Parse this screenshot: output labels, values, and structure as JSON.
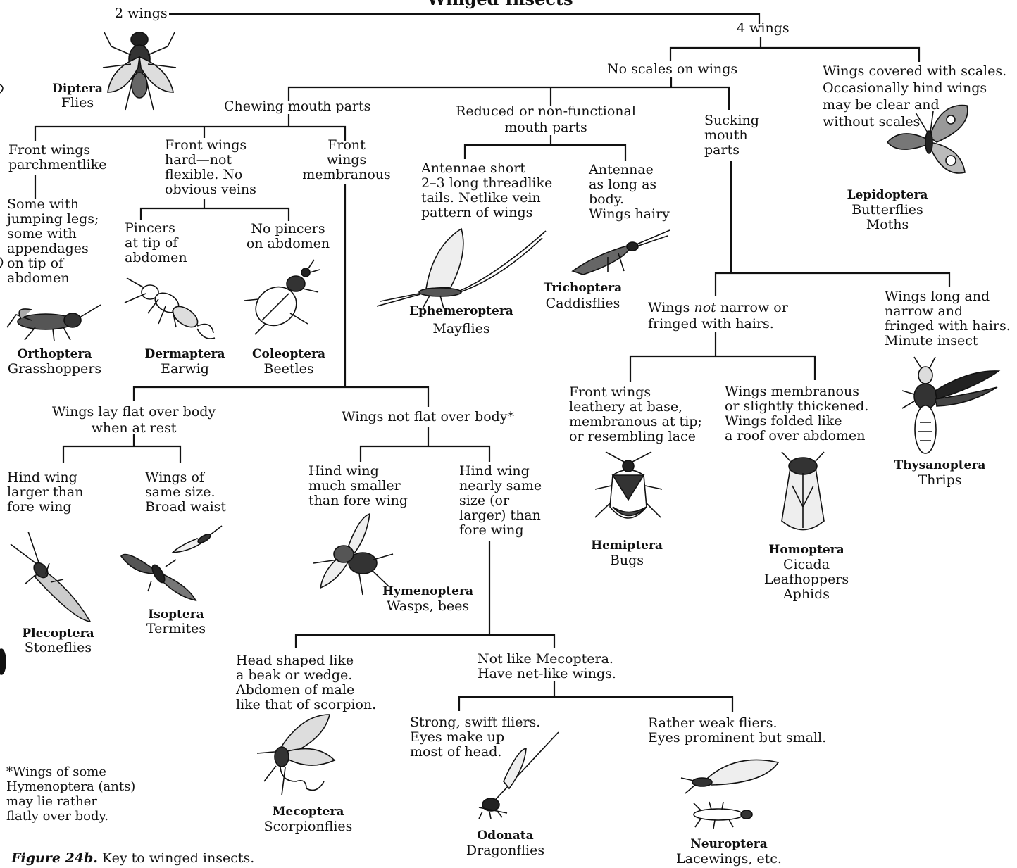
{
  "title": "Winged Insects",
  "branches": {
    "two_wings": "2 wings",
    "four_wings": "4 wings",
    "no_scales": "No scales on wings",
    "scales": "Wings covered with scales.\nOccasionally hind wings\nmay be clear and\nwithout scales",
    "chewing": "Chewing mouth parts",
    "reduced": "Reduced or non-functional\nmouth parts",
    "sucking": "Sucking\nmouth\nparts",
    "front_parchment": "Front wings\nparchmentlike",
    "front_hard": "Front wings\nhard—not\nflexible. No\nobvious veins",
    "front_membranous": "Front\nwings\nmembranous",
    "jumping": "Some with\njumping legs;\nsome with\nappendages\non tip of\nabdomen",
    "pincers": "Pincers\nat tip of\nabdomen",
    "no_pincers": "No pincers\non abdomen",
    "antennae_short": "Antennae short\n2–3 long threadlike\ntails. Netlike vein\npattern of wings",
    "antennae_long": "Antennae\nas long as\nbody.\nWings hairy",
    "not_narrow_pre": "Wings ",
    "not_narrow_em": "not",
    "not_narrow_post": " narrow or\nfringed with hairs.",
    "long_narrow": "Wings long and\nnarrow and\nfringed with hairs.\nMinute insect",
    "leathery": "Front wings\nleathery at base,\nmembranous at tip;\nor resembling lace",
    "roof": "Wings membranous\nor slightly thickened.\nWings folded like\na roof  over abdomen",
    "flat": "Wings lay flat over body\nwhen at rest",
    "not_flat": "Wings not flat over body*",
    "hind_larger": "Hind wing\nlarger than\nfore wing",
    "same_size": "Wings of\nsame size.\nBroad waist",
    "hind_smaller": "Hind wing\nmuch smaller\nthan fore wing",
    "hind_same": "Hind wing\nnearly same\nsize (or\nlarger) than\nfore wing",
    "beak": "Head shaped like\na beak or wedge.\nAbdomen of male\nlike that of scorpion.",
    "not_meco": "Not like Mecoptera.\nHave net-like wings.",
    "strong": "Strong, swift fliers.\nEyes make up\nmost of head.",
    "weak": "Rather weak fliers.\nEyes prominent but small."
  },
  "orders": {
    "diptera": {
      "name": "Diptera",
      "common": "Flies"
    },
    "lepidoptera": {
      "name": "Lepidoptera",
      "common": "Butterflies\nMoths"
    },
    "orthoptera": {
      "name": "Orthoptera",
      "common": "Grasshoppers"
    },
    "dermaptera": {
      "name": "Dermaptera",
      "common": "Earwig"
    },
    "coleoptera": {
      "name": "Coleoptera",
      "common": "Beetles"
    },
    "ephemeroptera": {
      "name": "Ephemeroptera",
      "common": "Mayflies"
    },
    "trichoptera": {
      "name": "Trichoptera",
      "common": "Caddisflies"
    },
    "thysanoptera": {
      "name": "Thysanoptera",
      "common": "Thrips"
    },
    "hemiptera": {
      "name": "Hemiptera",
      "common": "Bugs"
    },
    "homoptera": {
      "name": "Homoptera",
      "common": "Cicada\nLeafhoppers\nAphids"
    },
    "plecoptera": {
      "name": "Plecoptera",
      "common": "Stoneflies"
    },
    "isoptera": {
      "name": "Isoptera",
      "common": "Termites"
    },
    "hymenoptera": {
      "name": "Hymenoptera",
      "common": "Wasps, bees"
    },
    "mecoptera": {
      "name": "Mecoptera",
      "common": "Scorpionflies"
    },
    "odonata": {
      "name": "Odonata",
      "common": "Dragonflies"
    },
    "neuroptera": {
      "name": "Neuroptera",
      "common": "Lacewings, etc."
    }
  },
  "footnote": "*Wings of some\nHymenoptera (ants)\nmay lie rather\nflatly over body.",
  "caption_label": "Figure 24b.",
  "caption_text": " Key to winged insects."
}
